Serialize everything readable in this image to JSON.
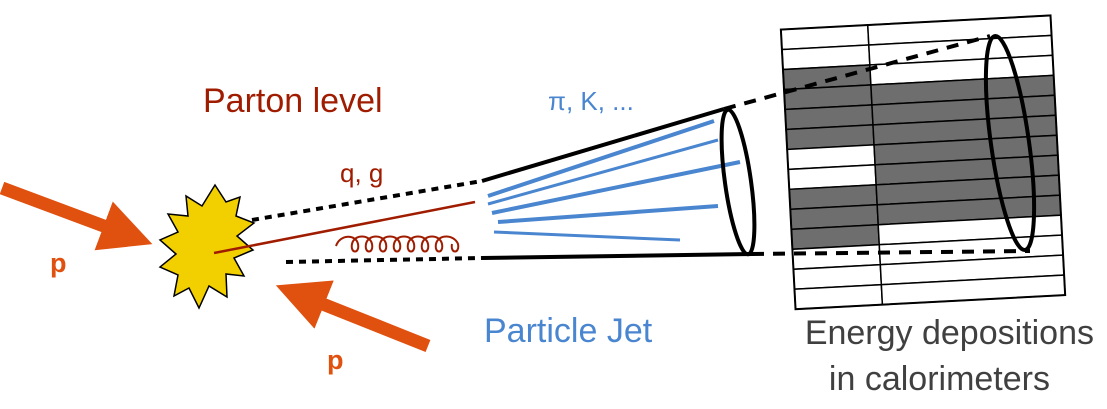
{
  "labels": {
    "proton_in_left": "p",
    "proton_in_right": "p",
    "parton_level": "Parton level",
    "quark_gluon": "q, g",
    "hadrons": "π, K, ...",
    "particle_jet": "Particle Jet",
    "calorimeter_line1": "Energy depositions",
    "calorimeter_line2": "in calorimeters"
  },
  "colors": {
    "proton": "#e0500f",
    "collision": "#f2d000",
    "parton": "#a01c00",
    "hadron": "#4a86d0",
    "calorimeter_text": "#404040",
    "cell_filled": "#6e6e6e",
    "outline": "#000000"
  }
}
